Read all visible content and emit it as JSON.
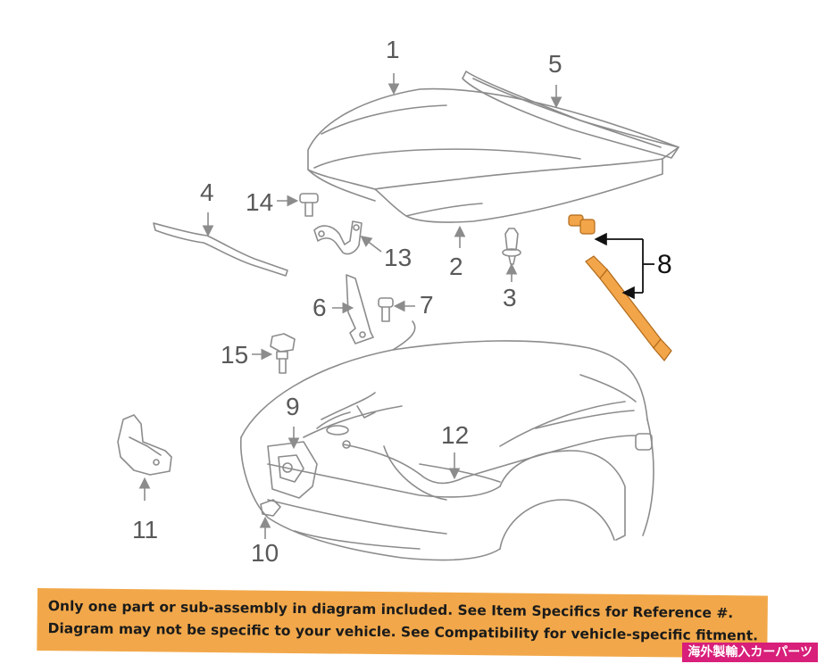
{
  "callouts": {
    "c1": "1",
    "c2": "2",
    "c3": "3",
    "c4": "4",
    "c5": "5",
    "c6": "6",
    "c7": "7",
    "c8": "8",
    "c9": "9",
    "c10": "10",
    "c11": "11",
    "c12": "12",
    "c13": "13",
    "c14": "14",
    "c15": "15"
  },
  "disclaimer": {
    "line1": "Only one part or sub-assembly in diagram included. See Item Specifics for Reference #.",
    "line2": "Diagram may not be specific to your vehicle. See Compatibility for vehicle-specific fitment."
  },
  "watermark": "海外製輸入カーパーツ",
  "colors": {
    "line": "#8c8c8c",
    "highlight": "#f3a54a",
    "banner": "#f2a84a",
    "watermark_bg": "#d81f7a"
  }
}
